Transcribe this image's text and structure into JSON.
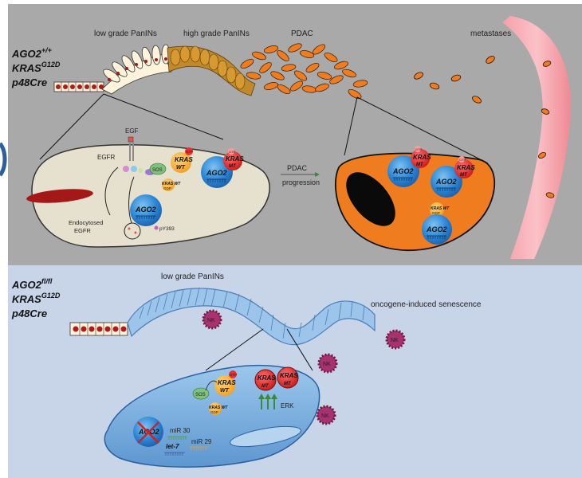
{
  "panels": {
    "top": {
      "genotype_ago2": "AGO2",
      "genotype_ago2_sup": "+/+",
      "genotype_kras": "KRAS",
      "genotype_kras_sup": "G12D",
      "genotype_cre": "p48Cre",
      "stage_low": "low grade PanINs",
      "stage_high": "high grade PanINs",
      "stage_pdac": "PDAC",
      "stage_meta": "metastases",
      "egf": "EGF",
      "egfr": "EGFR",
      "sos": "SOS",
      "gtp": "GTP",
      "gdp": "GDP",
      "kras": "KRAS",
      "kras_wt": "KRAS WT",
      "wt": "WT",
      "mt": "MT",
      "ago2": "AGO2",
      "py393": "pY393",
      "endocytosed": "Endocytosed",
      "pdac_arrow": "PDAC",
      "progression": "progression"
    },
    "bottom": {
      "genotype_ago2": "AGO2",
      "genotype_ago2_sup": "fl/fl",
      "genotype_kras": "KRAS",
      "genotype_kras_sup": "G12D",
      "genotype_cre": "p48Cre",
      "stage_low": "low grade PanINs",
      "senescence": "oncogene-induced senescence",
      "nk": "NK",
      "sos": "SOS",
      "gtp": "GTP",
      "gdp": "GDP",
      "kras": "KRAS",
      "kras_wt": "KRAS WT",
      "wt": "WT",
      "mt": "MT",
      "erk": "ERK",
      "ago2": "AGO2",
      "mir30": "miR 30",
      "mir29": "miR 29",
      "let7": "let-7"
    }
  },
  "colors": {
    "top_background": "#a9a9a9",
    "bottom_background": "#c8d4e8",
    "pdac_orange": "#f07c20",
    "ago2_blue": "#2a86d6",
    "kras_mt_red": "#c81818",
    "kras_wt_orange": "#f0a020",
    "nk_magenta": "#a8326e"
  }
}
